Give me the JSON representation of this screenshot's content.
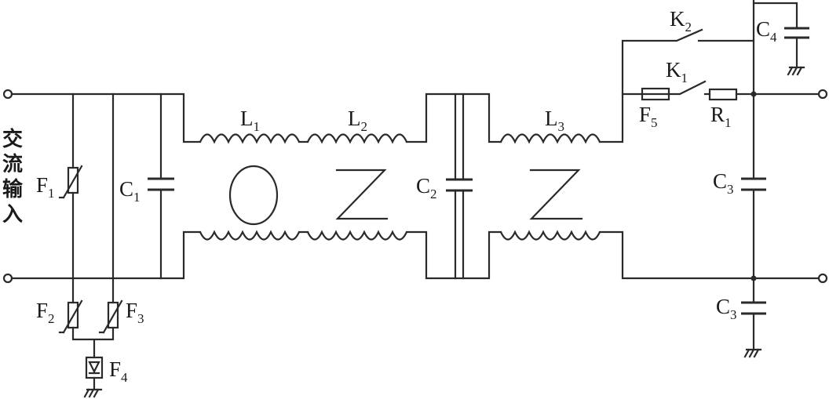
{
  "input_label": [
    "交",
    "流",
    "输",
    "入"
  ],
  "components": {
    "F1": {
      "base": "F",
      "sub": "1"
    },
    "F2": {
      "base": "F",
      "sub": "2"
    },
    "F3": {
      "base": "F",
      "sub": "3"
    },
    "F4": {
      "base": "F",
      "sub": "4"
    },
    "F5": {
      "base": "F",
      "sub": "5"
    },
    "C1": {
      "base": "C",
      "sub": "1"
    },
    "C2": {
      "base": "C",
      "sub": "2"
    },
    "C3a": {
      "base": "C",
      "sub": "3"
    },
    "C3b": {
      "base": "C",
      "sub": "3"
    },
    "C4": {
      "base": "C",
      "sub": "4"
    },
    "L1": {
      "base": "L",
      "sub": "1"
    },
    "L2": {
      "base": "L",
      "sub": "2"
    },
    "L3": {
      "base": "L",
      "sub": "3"
    },
    "K1": {
      "base": "K",
      "sub": "1"
    },
    "K2": {
      "base": "K",
      "sub": "2"
    },
    "R1": {
      "base": "R",
      "sub": "1"
    }
  }
}
